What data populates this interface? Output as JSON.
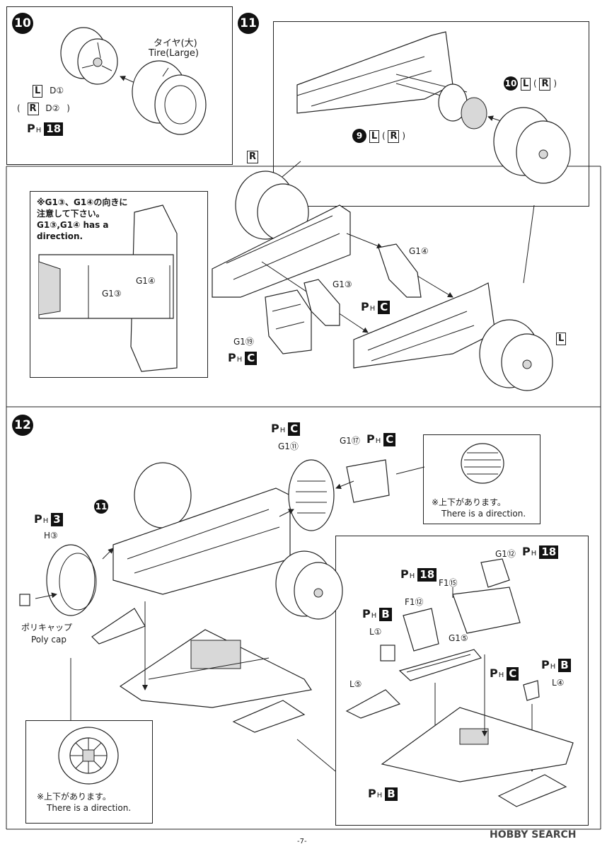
{
  "steps": {
    "s10": {
      "number": "10",
      "tire_ja": "タイヤ(大)",
      "tire_en": "Tire(Large)",
      "left_box": "L",
      "left_part": "D①",
      "right_paren_open": "(",
      "right_box": "R",
      "right_part": "D②",
      "right_paren_close": ")",
      "paint_p": "P",
      "paint_h": "H",
      "paint_code": "18"
    },
    "s11": {
      "number": "11",
      "sub10_number": "10",
      "sub10_L": "L",
      "sub10_R": "R",
      "sub9_number": "9",
      "sub9_L": "L",
      "sub9_R": "R",
      "paren_open": "(",
      "paren_close": ")",
      "note_ja_1": "※G1③、G1④の向きに",
      "note_ja_2": "注意して下さい。",
      "note_en_1": "G1③,G1④ has a",
      "note_en_2": "direction.",
      "inset_g13": "G1③",
      "inset_g14": "G1④",
      "part_g14": "G1④",
      "part_g13": "G1③",
      "part_g119": "G1⑲",
      "R_box": "R",
      "L_box": "L",
      "paint_p": "P",
      "paint_h": "H",
      "paint_c": "C"
    },
    "s12": {
      "number": "12",
      "sub11_number": "11",
      "paint_p": "P",
      "paint_h": "H",
      "paint_c": "C",
      "paint_3": "3",
      "paint_18": "18",
      "paint_b": "B",
      "g111": "G1⑪",
      "g117": "G1⑰",
      "h3": "H③",
      "polycap_ja": "ポリキャップ",
      "polycap_en": "Poly cap",
      "dir_ja": "※上下があります。",
      "dir_en": "There is a direction.",
      "g112": "G1⑫",
      "f115": "F1⑮",
      "f112": "F1⑫",
      "l1": "L①",
      "g15": "G1⑤",
      "l5": "L⑤",
      "l4": "L④"
    }
  },
  "page_number": "-7-",
  "watermark": "HOBBY SEARCH"
}
